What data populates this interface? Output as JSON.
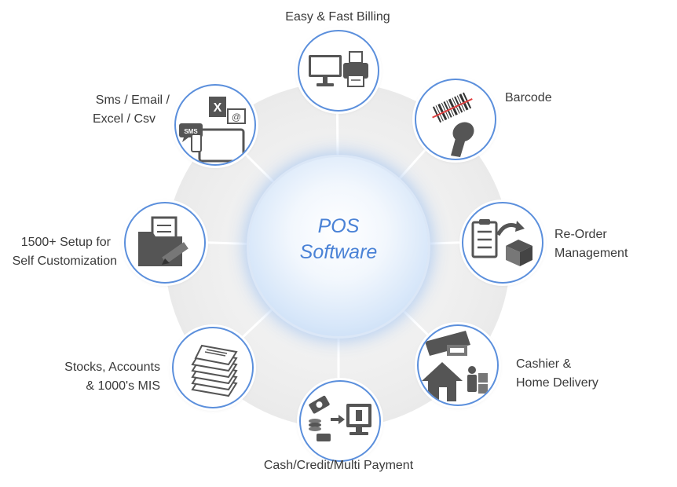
{
  "hub": {
    "line1": "POS",
    "line2": "Software"
  },
  "features": {
    "billing": "Easy & Fast Billing",
    "barcode": "Barcode",
    "reorder_1": "Re-Order",
    "reorder_2": "Management",
    "cashier_1": "Cashier &",
    "cashier_2": "Home Delivery",
    "payment": "Cash/Credit/Multi Payment",
    "stocks_1": "Stocks, Accounts",
    "stocks_2": "& 1000's MIS",
    "setup_1": "1500+ Setup for",
    "setup_2": "Self Customization",
    "export_1": "Sms / Email /",
    "export_2": "Excel / Csv"
  },
  "icon_text": {
    "sms": "SMS",
    "excel": "X",
    "email": "@"
  },
  "colors": {
    "accent": "#5b8fdc",
    "hub_text": "#4a82d6",
    "icon_dark": "#555555",
    "barcode_laser": "#e04040"
  }
}
